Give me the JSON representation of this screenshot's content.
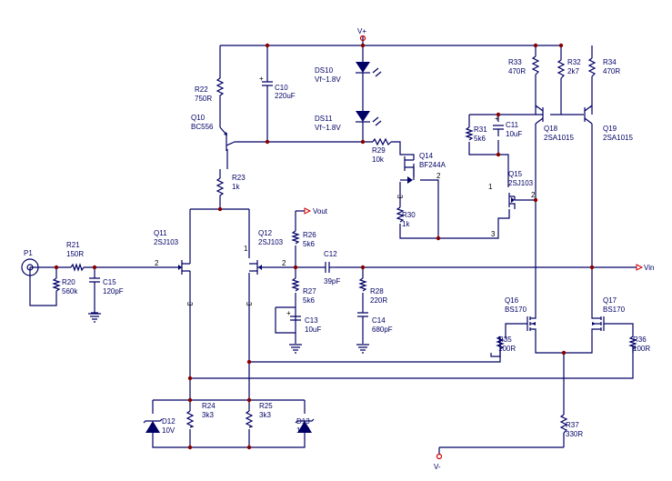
{
  "power": {
    "vplus": "V+",
    "vminus": "V-"
  },
  "ports": {
    "vout": "Vout",
    "vin": "Vin",
    "p1": "P1"
  },
  "resistors": {
    "R20": [
      "R20",
      "560k"
    ],
    "R21": [
      "R21",
      "150R"
    ],
    "R22": [
      "R22",
      "750R"
    ],
    "R23": [
      "R23",
      "1k"
    ],
    "R24": [
      "R24",
      "3k3"
    ],
    "R25": [
      "R25",
      "3k3"
    ],
    "R26": [
      "R26",
      "5k6"
    ],
    "R27": [
      "R27",
      "5k6"
    ],
    "R28": [
      "R28",
      "220R"
    ],
    "R29": [
      "R29",
      "10k"
    ],
    "R30": [
      "R30",
      "1k"
    ],
    "R31": [
      "R31",
      "5k6"
    ],
    "R32": [
      "R32",
      "2k7"
    ],
    "R33": [
      "R33",
      "470R"
    ],
    "R34": [
      "R34",
      "470R"
    ],
    "R35": [
      "R35",
      "100R"
    ],
    "R36": [
      "R36",
      "100R"
    ],
    "R37": [
      "R37",
      "330R"
    ]
  },
  "capacitors": {
    "C10": [
      "C10",
      "220uF"
    ],
    "C11": [
      "C11",
      "10uF"
    ],
    "C12": [
      "C12",
      "39pF"
    ],
    "C13": [
      "C13",
      "10uF"
    ],
    "C14": [
      "C14",
      "680pF"
    ],
    "C15": [
      "C15",
      "120pF"
    ]
  },
  "leds": {
    "DS10": [
      "DS10",
      "Vf~1.8V"
    ],
    "DS11": [
      "DS11",
      "Vf~1.8V"
    ]
  },
  "zeners": {
    "D12": [
      "D12",
      "10V"
    ],
    "D13": [
      "D13",
      "10V"
    ]
  },
  "transistors": {
    "Q10": [
      "Q10",
      "BC556"
    ],
    "Q11": [
      "Q11",
      "2SJ103"
    ],
    "Q12": [
      "Q12",
      "2SJ103"
    ],
    "Q14": [
      "Q14",
      "BF244A"
    ],
    "Q15": [
      "Q15",
      "2SJ103"
    ],
    "Q16": [
      "Q16",
      "BS170"
    ],
    "Q17": [
      "Q17",
      "BS170"
    ],
    "Q18": [
      "Q18",
      "2SA1015"
    ],
    "Q19": [
      "Q19",
      "2SA1015"
    ]
  },
  "pins": {
    "two": "2",
    "three": "3",
    "one": "1"
  }
}
